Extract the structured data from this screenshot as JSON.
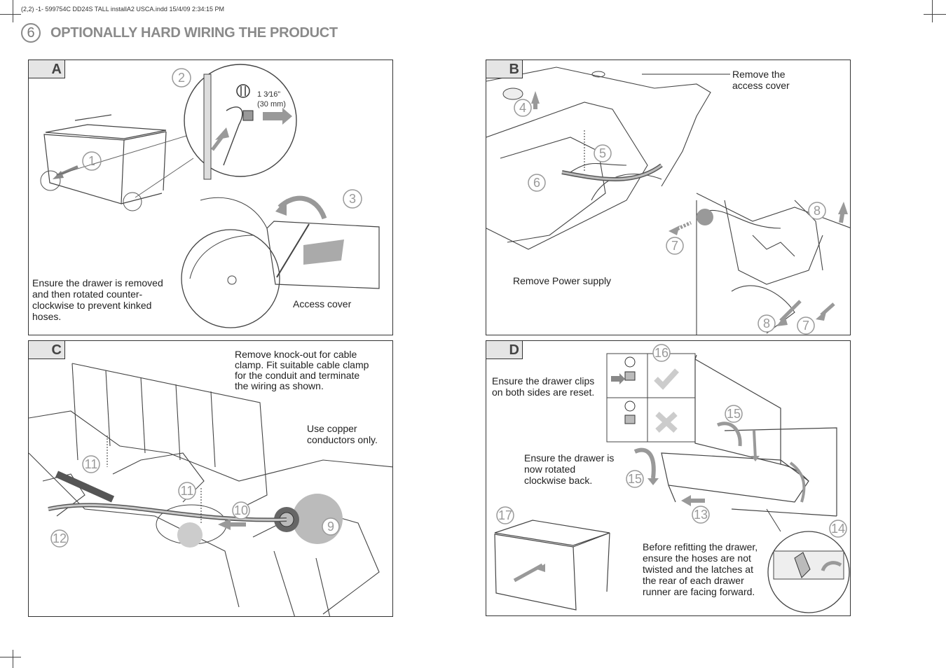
{
  "slug": "(2,2)  -1- 599754C DD24S TALL installA2 USCA.indd 15/4/09 2:34:15 PM",
  "header": {
    "step_number": "6",
    "title": "OPTIONALLY HARD WIRING THE PRODUCT"
  },
  "panels": {
    "a": {
      "label": "A",
      "steps": [
        "1",
        "2",
        "3"
      ],
      "measure": {
        "imperial": "1 3⁄16”",
        "metric": "(30 mm)"
      },
      "caption": [
        "Ensure the drawer is removed",
        "and then rotated counter-",
        "clockwise to prevent kinked",
        "hoses."
      ],
      "callout": "Access cover"
    },
    "b": {
      "label": "B",
      "steps": [
        "4",
        "5",
        "6",
        "7",
        "8",
        "8",
        "7"
      ],
      "callout": [
        "Remove the",
        "access cover"
      ],
      "caption": "Remove Power supply"
    },
    "c": {
      "label": "C",
      "steps": [
        "11",
        "11",
        "10",
        "9",
        "12"
      ],
      "caption": [
        "Remove knock-out for cable",
        "clamp. Fit suitable cable clamp",
        "for the conduit and terminate",
        "the wiring as shown."
      ],
      "note": [
        "Use copper",
        "conductors only."
      ]
    },
    "d": {
      "label": "D",
      "steps": [
        "16",
        "15",
        "15",
        "13",
        "17",
        "14"
      ],
      "caption_clips": [
        "Ensure the drawer clips",
        "on both sides are reset."
      ],
      "caption_rotate": [
        "Ensure the drawer is",
        "now rotated",
        "clockwise back."
      ],
      "caption_refit": [
        "Before refitting the drawer,",
        "ensure the hoses are not",
        "twisted and the latches at",
        "the rear of each drawer",
        "runner are facing forward."
      ]
    }
  }
}
